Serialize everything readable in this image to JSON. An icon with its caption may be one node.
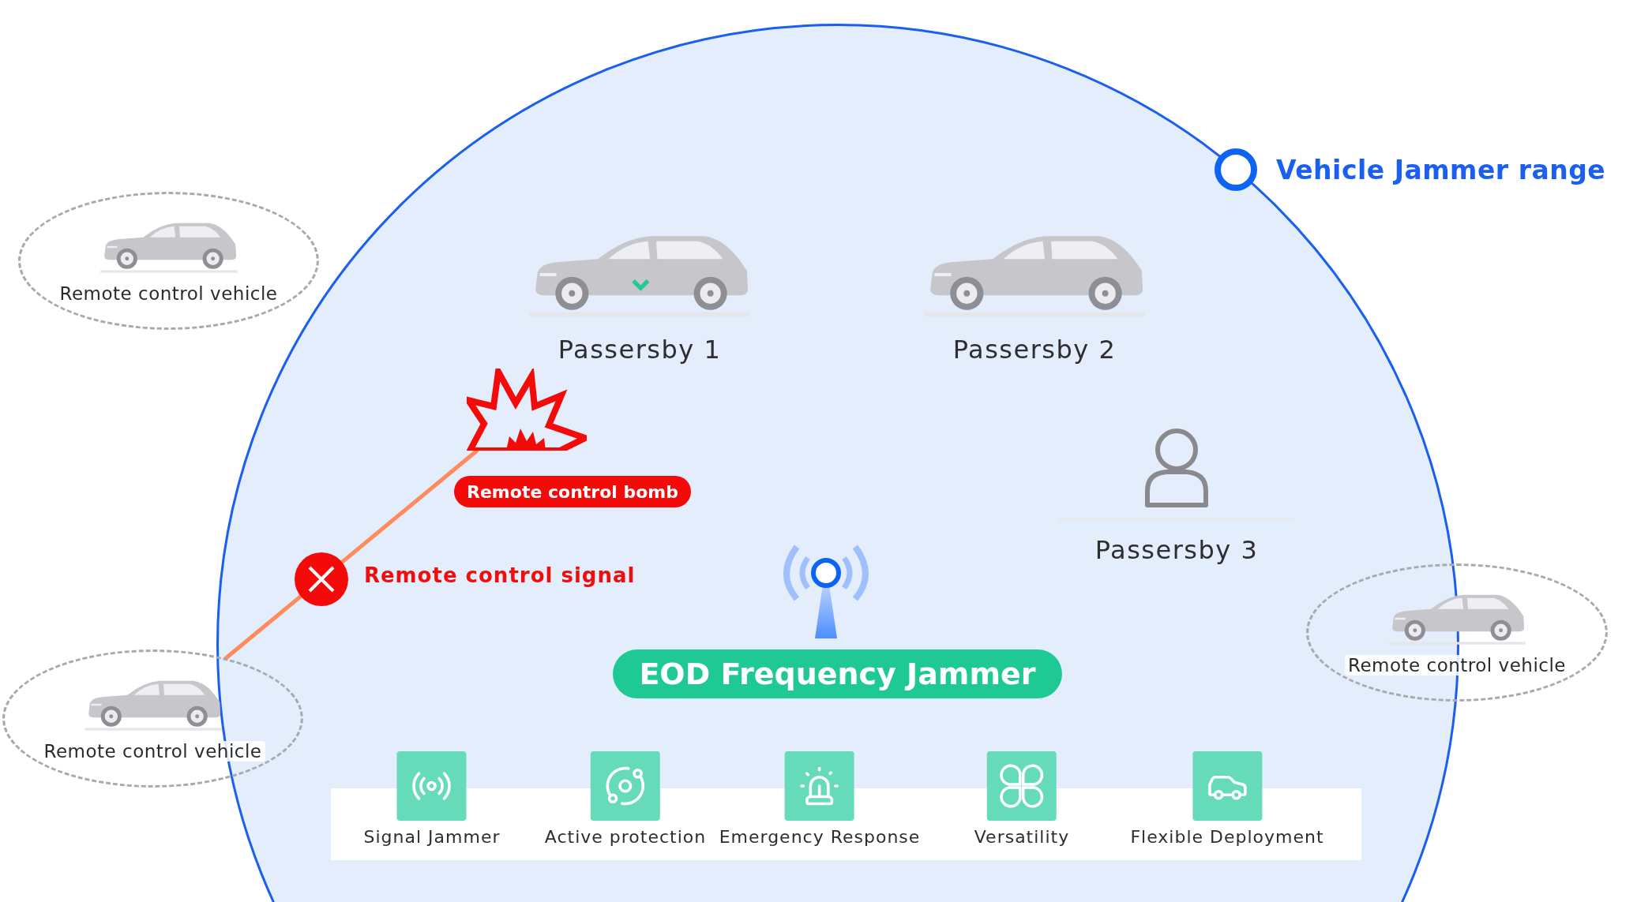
{
  "diagram": {
    "nodes": [
      {
        "text": [],
        "shape": "circle"
      },
      {
        "text": [
          "Remote control vehicle"
        ]
      },
      {
        "text": [
          "Passersby 1"
        ],
        "in": 0
      },
      {
        "text": [
          "Passersby 2"
        ],
        "in": 0
      },
      {
        "text": [],
        "shape": "picture",
        "in": 0
      },
      {
        "text": [
          "Remote control bomb"
        ],
        "in": 0
      },
      {
        "text": [
          "Passersby 3"
        ],
        "in": 0
      },
      {
        "text": [
          "EOD Frequency Jammer"
        ],
        "in": 0
      },
      {
        "text": [
          "Remote control vehicle"
        ]
      },
      {
        "text": [
          "Remote control vehicle"
        ]
      }
    ],
    "edges": [
      {
        "from": 9,
        "to": 4,
        "arrow": "none",
        "label": "Remote control signal",
        "color": "#ff8a5c"
      }
    ],
    "labels": [
      "Signal Jammer",
      "Active protection",
      "Emergency Response",
      "Versatility",
      "Flexible Deployment"
    ],
    "legend": [
      {
        "text": "Vehicle Jammer range"
      }
    ]
  }
}
